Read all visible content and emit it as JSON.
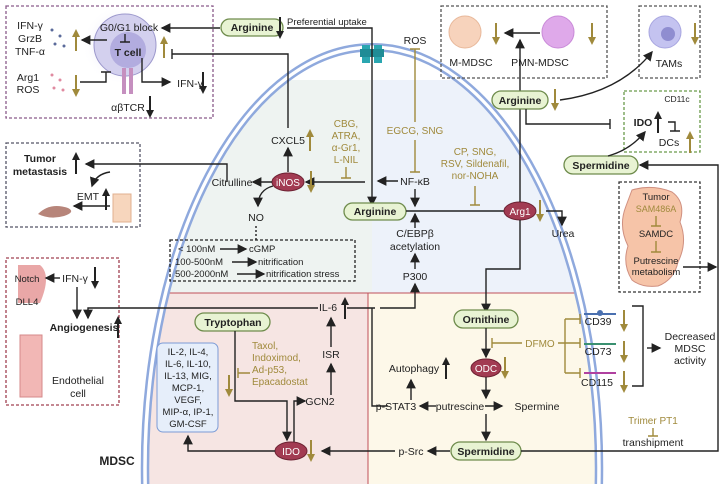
{
  "colors": {
    "membrane": "#8fa9dd",
    "gold": "#a08a3c",
    "pill": "#e8f3d3",
    "enzyme": "#a23b52"
  },
  "tcell_box": {
    "cytokines": [
      "IFN-γ",
      "GrzB",
      "TNF-α"
    ],
    "inhib": [
      "Arg1",
      "ROS"
    ],
    "block": "G0/G1 block",
    "tcell": "T cell",
    "ifn": "IFN-γ",
    "tcr": "αβTCR"
  },
  "top": {
    "arginine": "Arginine",
    "uptake": "Preferential uptake"
  },
  "metastasis": {
    "title": [
      "Tumor",
      "metastasis"
    ],
    "emt": "EMT"
  },
  "endothelial": {
    "notch": "Notch",
    "ifn": "IFN-γ",
    "dll4": "DLL4",
    "angio": "Angiogenesis",
    "cell": [
      "Endothelial",
      "cell"
    ]
  },
  "cell": {
    "cxcl5": "CXCL5",
    "inos": "iNOS",
    "citrulline": "Citrulline",
    "no": "NO",
    "inos_inhib": [
      "CBG,",
      "ATRA,",
      "α-Gr1,",
      "L-NIL"
    ],
    "ros": "ROS",
    "egcg": "EGCG, SNG",
    "nfkb": "NF-κB",
    "arg1_inhib": [
      "CP, SNG,",
      "RSV, Sildenafil,",
      "nor-NOHA"
    ],
    "arginine": "Arginine",
    "cebp": [
      "C/EBPβ",
      "acetylation"
    ],
    "p300": "P300",
    "arg1": "Arg1",
    "urea": "Urea",
    "no_levels": [
      [
        "< 100nM",
        "cGMP"
      ],
      [
        "100-500nM",
        "nitrification"
      ],
      [
        "500-2000nM",
        "nitrification stress"
      ]
    ],
    "il6": "IL-6",
    "tryptophan": "Tryptophan",
    "cytokines": [
      "IL-2, IL-4,",
      "IL-6, IL-10,",
      "IL-13, MIG,",
      "MCP-1,",
      "VEGF,",
      "MIP-α,  IP-1,",
      "GM-CSF"
    ],
    "ido_inhib": [
      "Taxol,",
      "Indoximod,",
      "Ad-p53,",
      "Epacadostat"
    ],
    "isr": "ISR",
    "gcn2": "GCN2",
    "ido": "IDO",
    "mdsc": "MDSC",
    "ornithine": "Ornithine",
    "odc": "ODC",
    "autophagy": "Autophagy",
    "pstat3": "p-STAT3",
    "putrescine": "putrescine",
    "spermine": "Spermine",
    "spermidine": "Spermidine",
    "psrc": "p-Src",
    "dfmo": "DFMO",
    "cd": [
      "CD39",
      "CD73",
      "CD115"
    ],
    "decreased": [
      "Decreased",
      "MDSC",
      "activity"
    ],
    "trimer": "Trimer PT1",
    "transhipment": "transhipment"
  },
  "right": {
    "mmdsc": "M-MDSC",
    "pmn": "PMN-MDSC",
    "tams": "TAMs",
    "arginine": "Arginine",
    "cd11c": "CD11c",
    "ido": "IDO",
    "dcs": "DCs",
    "spermidine": "Spermidine",
    "tumor": {
      "tumor": "Tumor",
      "sam": "SAM486A",
      "samdc": "SAMDC",
      "put": [
        "Putrescine",
        "metabolism"
      ]
    }
  }
}
